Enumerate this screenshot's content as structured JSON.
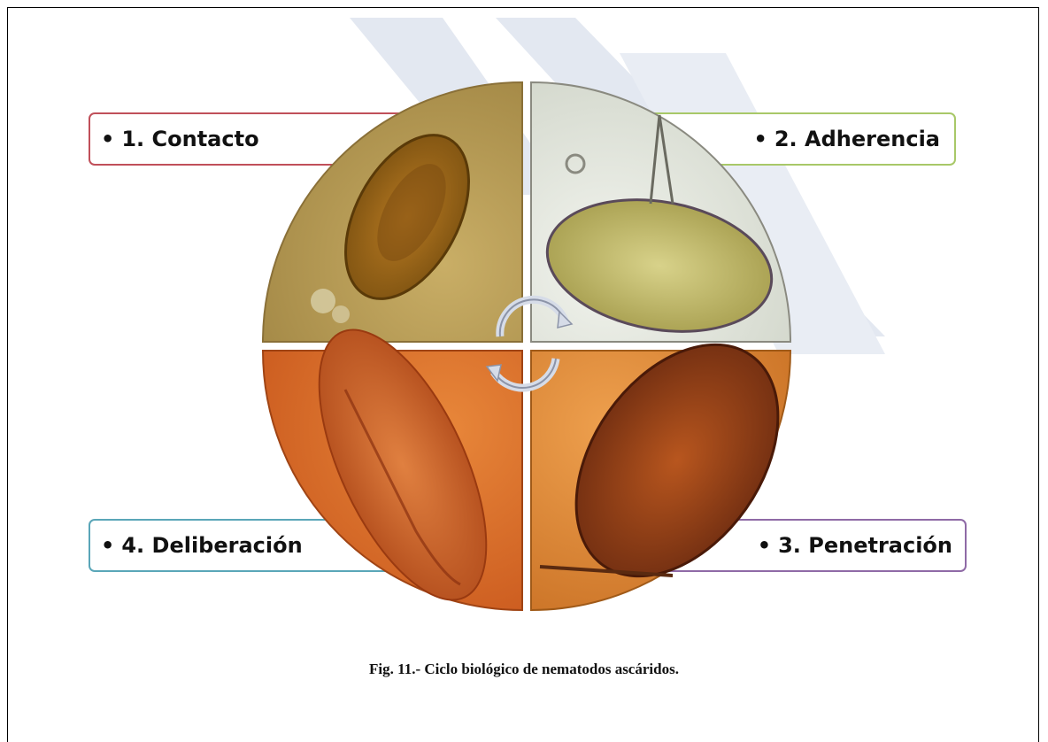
{
  "diagram": {
    "steps": [
      {
        "id": "contacto",
        "label": "1. Contacto",
        "border_color": "#c0505a"
      },
      {
        "id": "adherencia",
        "label": "2. Adherencia",
        "border_color": "#a8c868"
      },
      {
        "id": "penetracion",
        "label": "3. Penetración",
        "border_color": "#8f6aa6"
      },
      {
        "id": "deliberacion",
        "label": "4. Deliberación",
        "border_color": "#5aa6b8"
      }
    ],
    "bullet": "•",
    "quadrant_colors": {
      "top_left": "#b89a52",
      "top_right": "#e8ebe2",
      "bottom_left": "#d8732a",
      "bottom_right": "#d98a3a"
    },
    "cycle_arrows_icon": "circular-arrows-icon"
  },
  "caption": "Fig. 11.- Ciclo biológico de nematodos ascáridos.",
  "watermark_color": "#dfe4ef"
}
